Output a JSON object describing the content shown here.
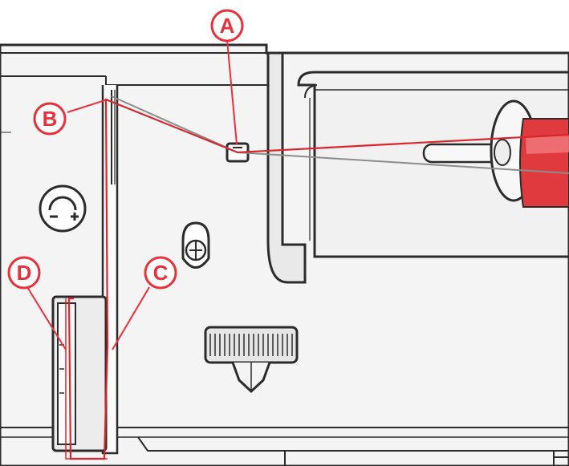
{
  "colors": {
    "accent": "#e8303a",
    "outline": "#2b2b2b",
    "body": "#f2f2f2",
    "panel": "#ededed",
    "thread_red": "#d8262d",
    "thread_grey": "#8c8c8c"
  },
  "callouts": {
    "a": "A",
    "b": "B",
    "c": "C",
    "d": "D"
  },
  "icons": {
    "stitch_knob": "stitch-selector-icon",
    "bobbin_pin": "bobbin-winder-pin-icon",
    "handwheel": "handwheel-knob-icon"
  }
}
